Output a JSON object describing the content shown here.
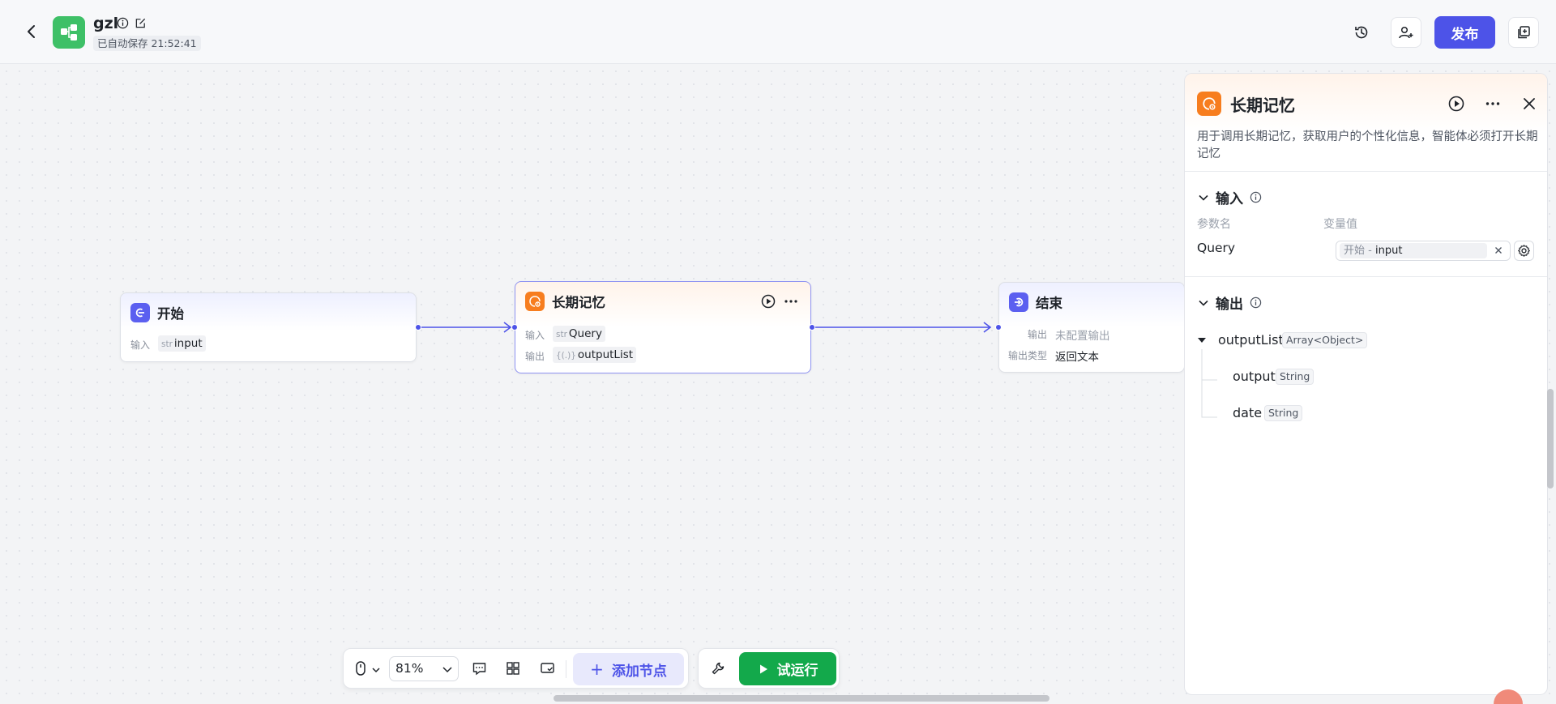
{
  "header": {
    "app_name": "gzl",
    "autosave": "已自动保存 21:52:41",
    "publish_label": "发布"
  },
  "canvas": {
    "nodes": {
      "start": {
        "title": "开始",
        "input_label": "输入",
        "input_var": {
          "type": "str",
          "name": "input"
        }
      },
      "memory": {
        "title": "长期记忆",
        "input_label": "输入",
        "input_var": {
          "type": "str",
          "name": "Query"
        },
        "output_label": "输出",
        "output_var": {
          "type": "{(.)}",
          "name": "outputList"
        }
      },
      "end": {
        "title": "结束",
        "output_label": "输出",
        "output_value": "未配置输出",
        "output_type_label": "输出类型",
        "output_type_value": "返回文本"
      }
    }
  },
  "toolbar": {
    "zoom": "81%",
    "add_node_label": "添加节点",
    "run_label": "试运行"
  },
  "panel": {
    "title": "长期记忆",
    "description": "用于调用长期记忆，获取用户的个性化信息，智能体必须打开长期记忆",
    "input_section": {
      "title": "输入",
      "col_name": "参数名",
      "col_value": "变量值",
      "params": [
        {
          "name": "Query",
          "source": "开始",
          "separator": " - ",
          "var": "input"
        }
      ]
    },
    "output_section": {
      "title": "输出",
      "tree": {
        "name": "outputList",
        "type": "Array<Object>",
        "children": [
          {
            "name": "output",
            "type": "String"
          },
          {
            "name": "date",
            "type": "String"
          }
        ]
      }
    }
  },
  "colors": {
    "brand": "#4d53e8",
    "run_green": "#13a94b",
    "memory_orange": "#f77d1e",
    "app_green": "#3ec067"
  }
}
